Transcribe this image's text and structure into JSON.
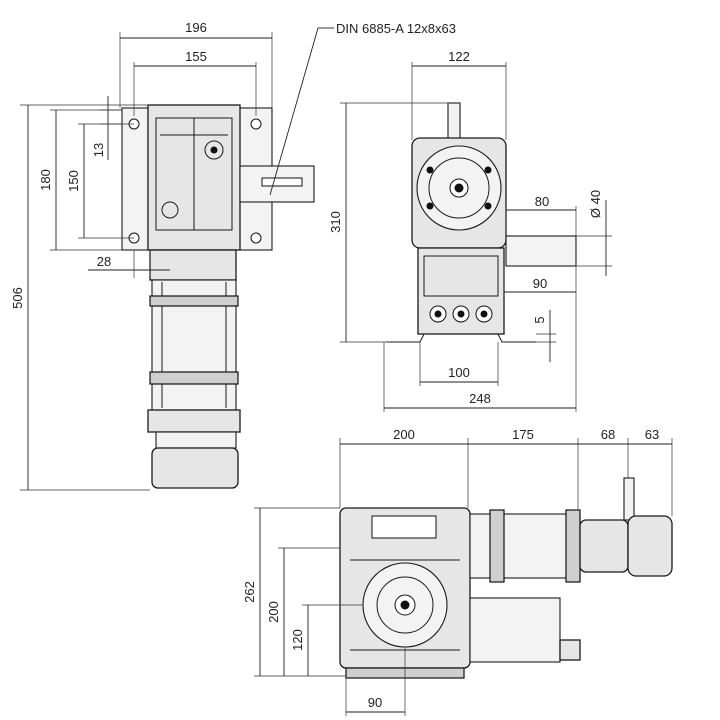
{
  "spec_label": "DIN 6885-A 12x8x63",
  "front_view": {
    "dims": {
      "width_overall": "196",
      "width_flange": "155",
      "height_overall": "506",
      "height_flange": "180",
      "height_holes": "150",
      "hole_offset": "13",
      "gap": "28"
    }
  },
  "side_view": {
    "dims": {
      "width_top": "122",
      "height": "310",
      "shaft_length": "80",
      "shaft_diameter": "Ø 40",
      "shaft_offset": "90",
      "foot_thickness": "5",
      "foot_spacing": "100",
      "width_base": "248"
    }
  },
  "bottom_view": {
    "dims": {
      "len_gearbox": "200",
      "len_motor": "175",
      "len_brake": "68",
      "len_end": "63",
      "height_overall": "262",
      "height_mid": "200",
      "height_axis": "120",
      "foot_width": "90"
    }
  }
}
